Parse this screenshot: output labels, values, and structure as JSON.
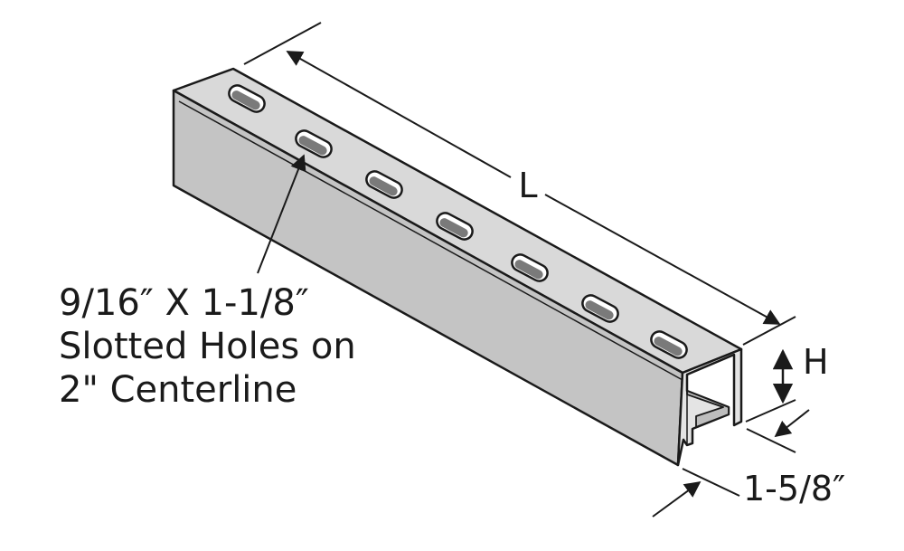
{
  "dimensions": {
    "length": "L",
    "height": "H",
    "width": "1-5/8″"
  },
  "callout": {
    "line1": "9/16″ X 1-1/8″",
    "line2": "Slotted Holes on",
    "line3": "2\" Centerline"
  },
  "colors": {
    "steel_top": "#d6d6d6",
    "steel_side": "#c2c2c2",
    "steel_end": "#e2e2e2",
    "outline": "#1a1a1a"
  }
}
